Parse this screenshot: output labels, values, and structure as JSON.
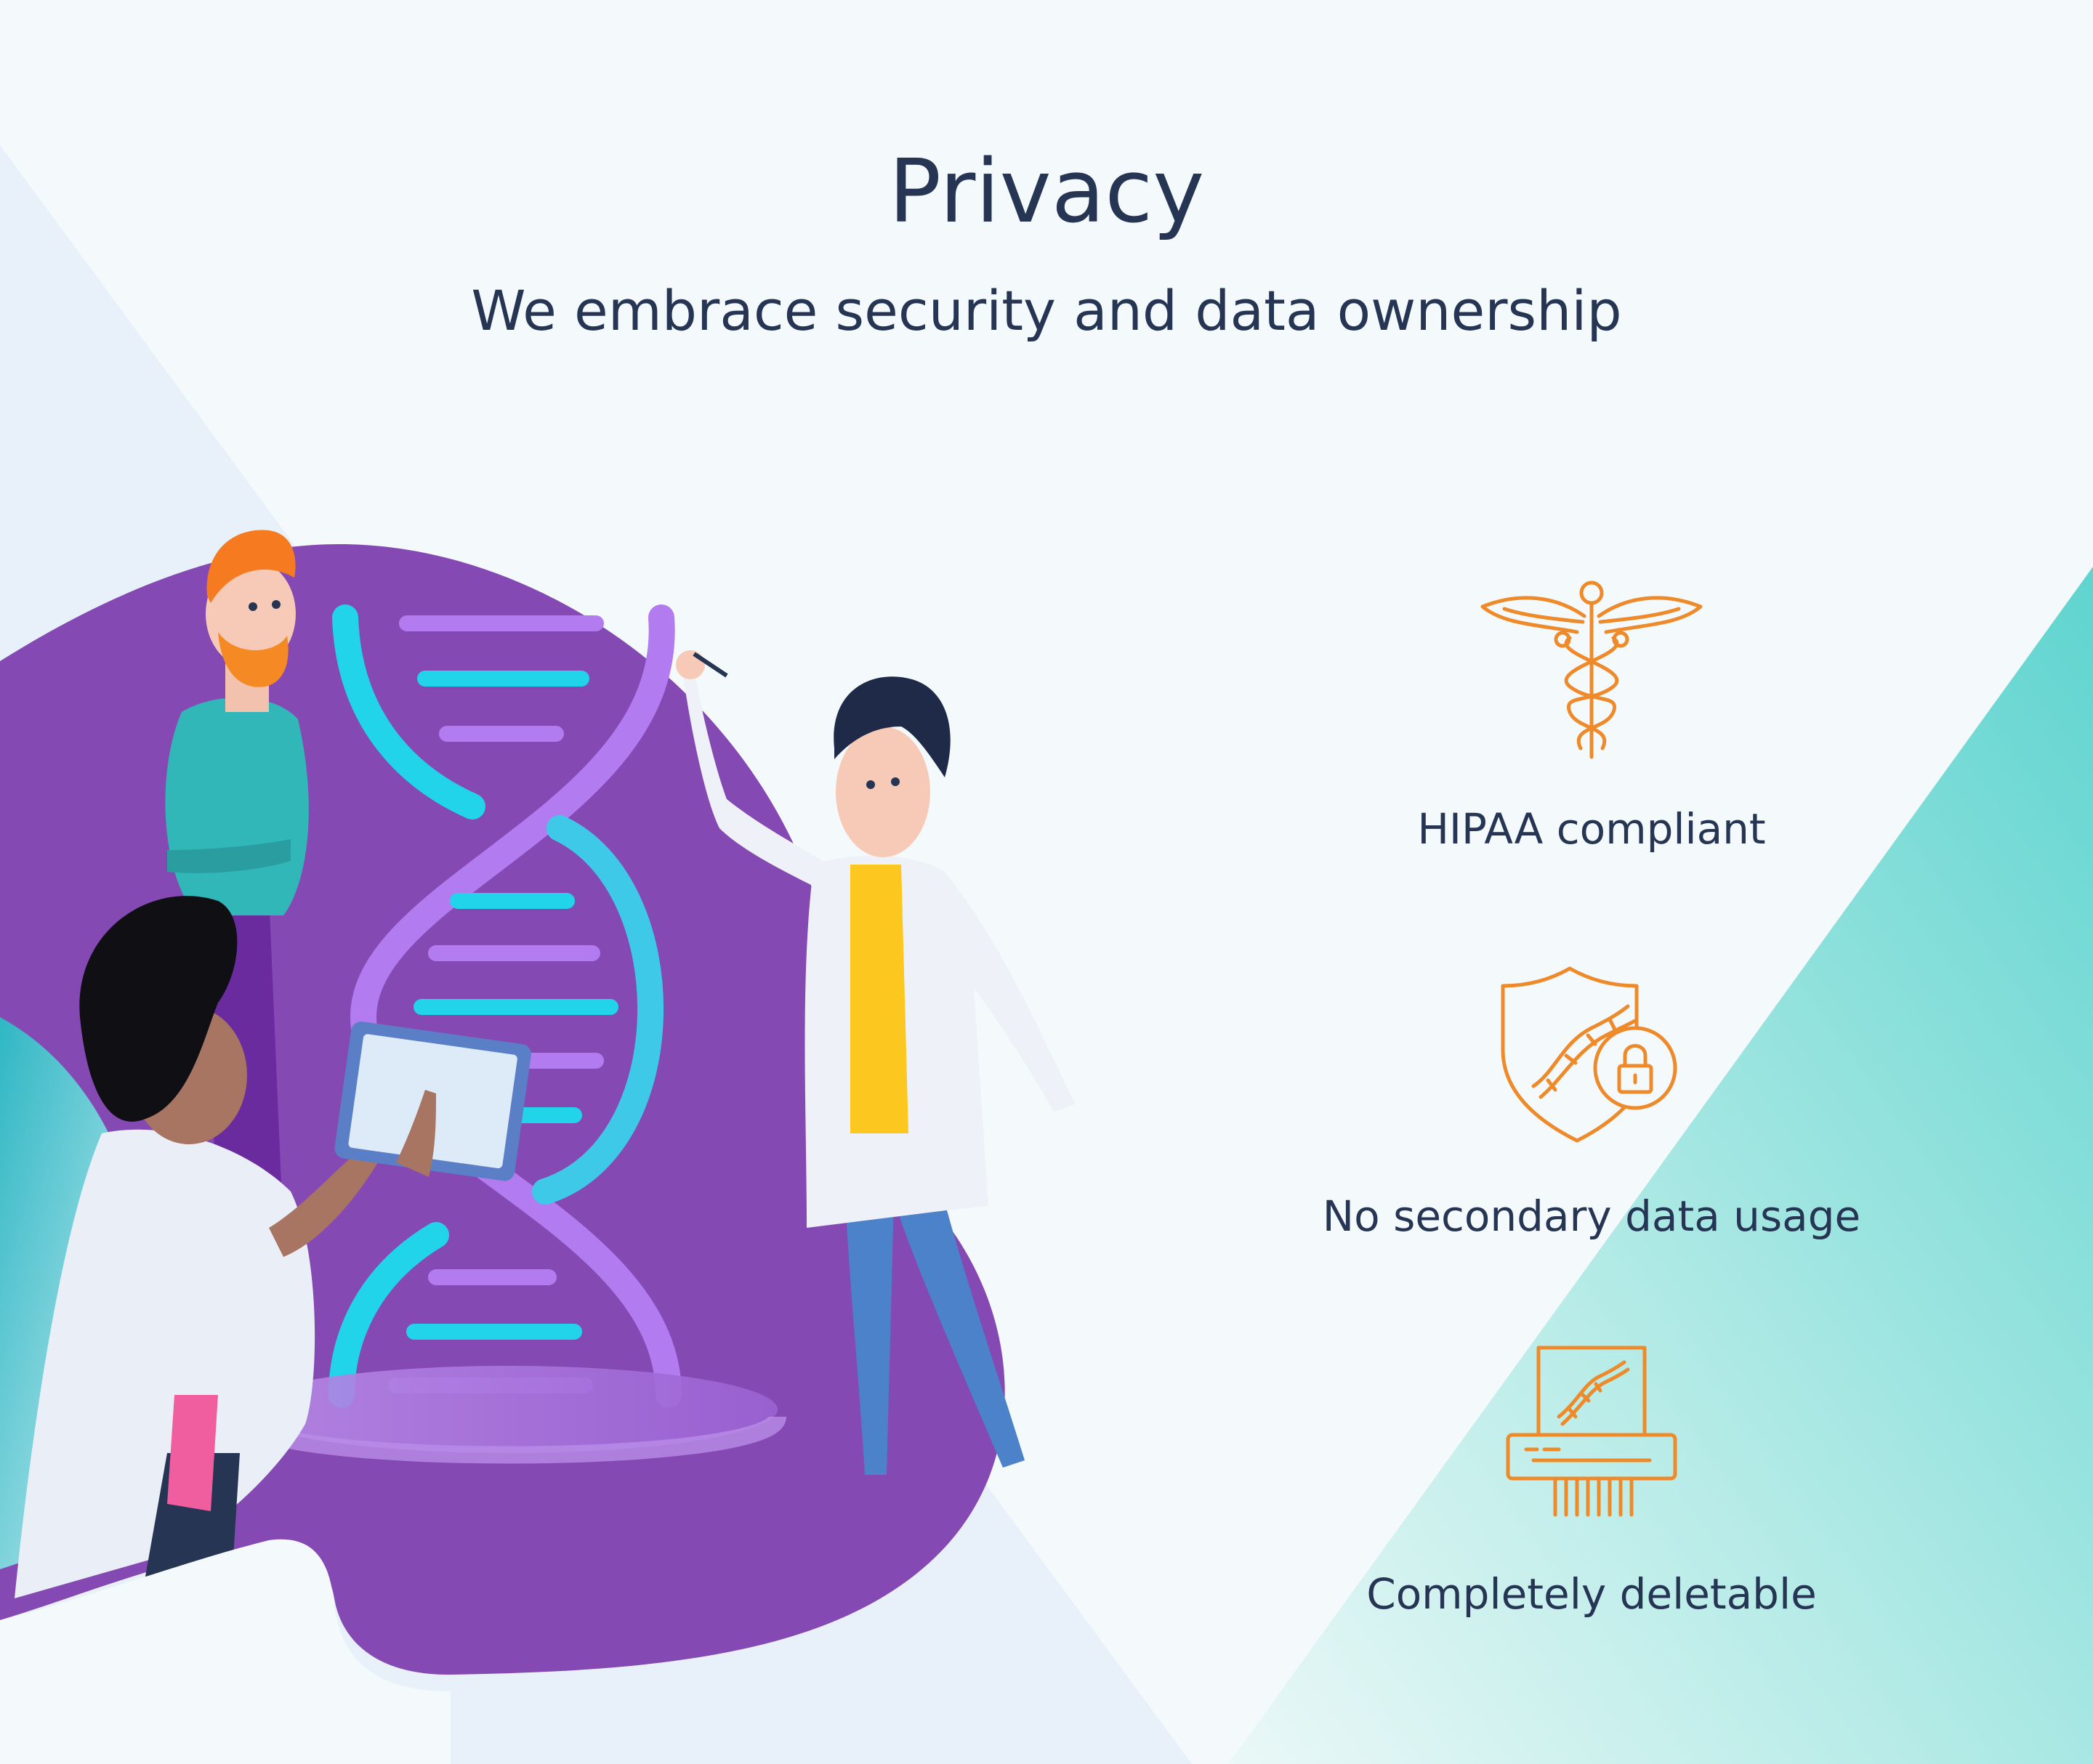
{
  "header": {
    "title": "Privacy",
    "subtitle": "We embrace security and data ownership"
  },
  "features": [
    {
      "icon": "caduceus-icon",
      "label": "HIPAA compliant"
    },
    {
      "icon": "dna-shield-lock-icon",
      "label": "No secondary data usage"
    },
    {
      "icon": "dna-shredder-icon",
      "label": "Completely deletable"
    }
  ],
  "colors": {
    "background": "#f4f9fb",
    "text": "#253553",
    "accent_orange": "#ee8a2a",
    "blob_purple": "#8549b4",
    "teal": "#5fd4cf",
    "cyan_strand": "#22d4ea",
    "lilac_strand": "#b27cf0"
  }
}
